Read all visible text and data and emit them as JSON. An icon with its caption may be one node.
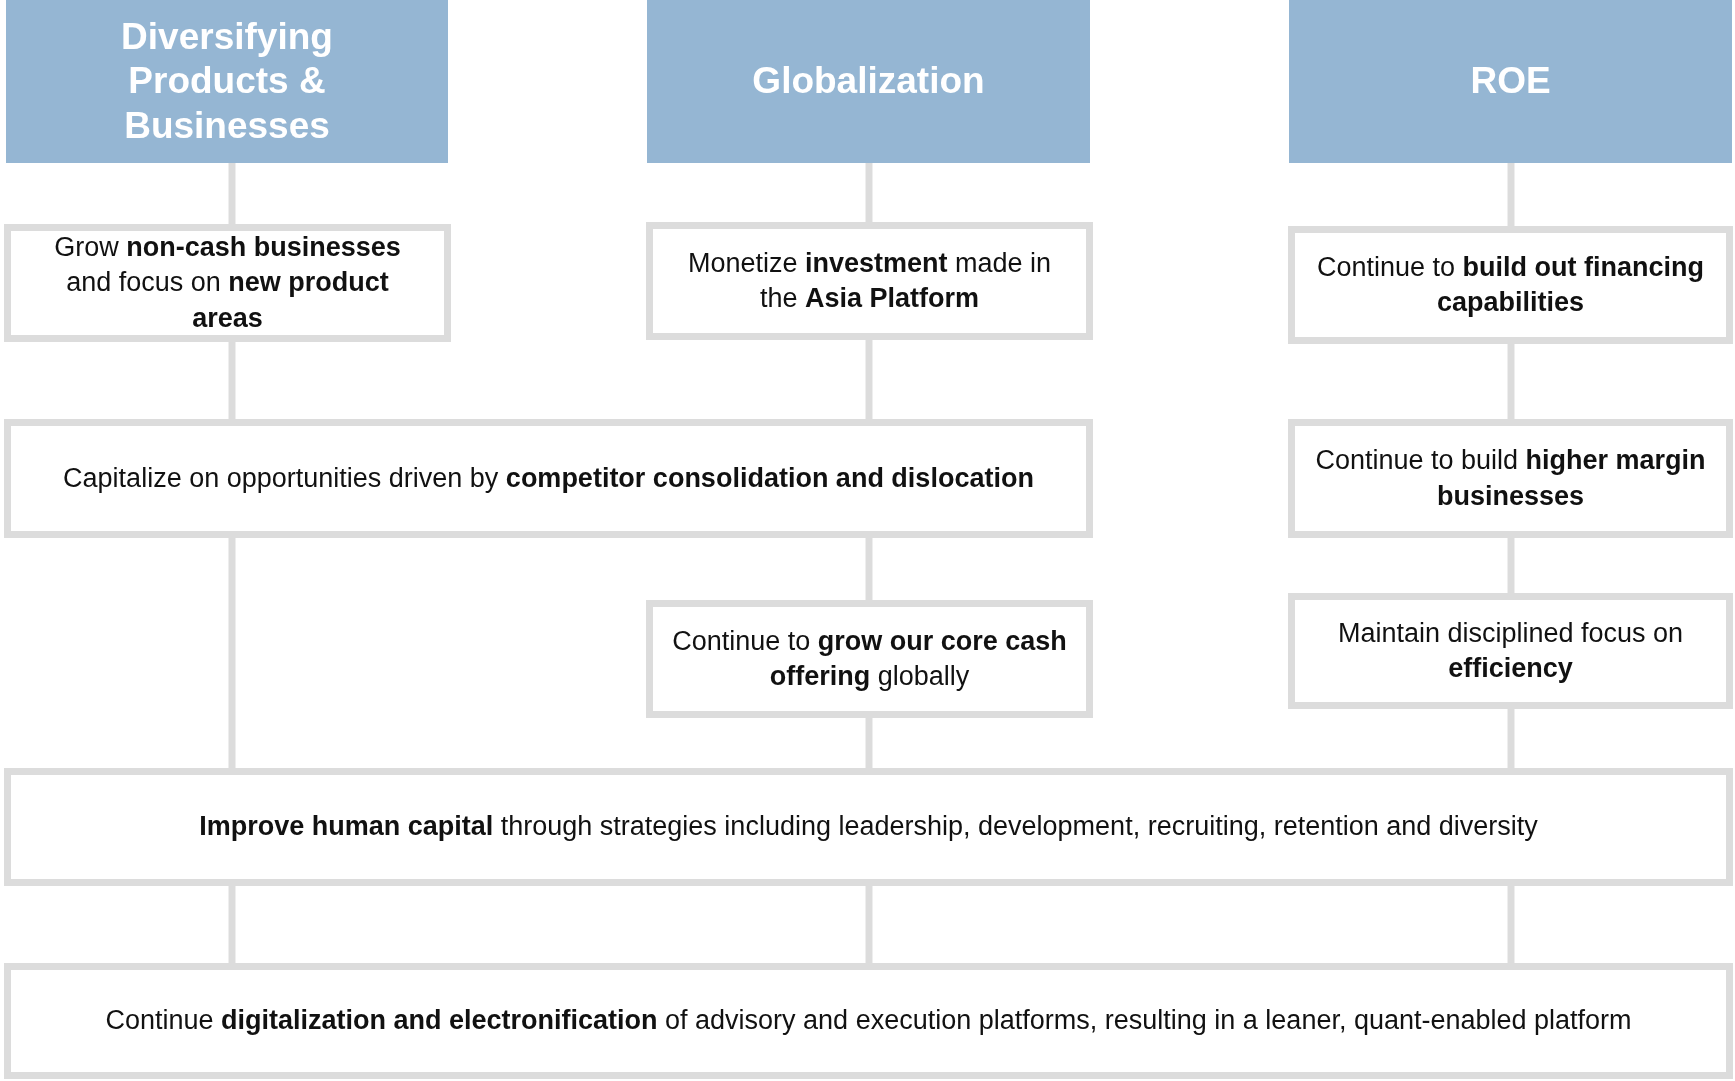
{
  "diagram": {
    "nodes": [
      {
        "text": [
          "Diversifying Products & Businesses"
        ]
      },
      {
        "text": [
          "Globalization"
        ]
      },
      {
        "text": [
          "ROE"
        ]
      },
      {
        "text": [
          "Grow **non-cash businesses** and focus on **new product areas**"
        ]
      },
      {
        "text": [
          "Monetize **investment** made in the **Asia Platform**"
        ]
      },
      {
        "text": [
          "Continue to **build out financing capabilities**"
        ]
      },
      {
        "text": [
          "Capitalize on opportunities driven by **competitor consolidation and dislocation**"
        ]
      },
      {
        "text": [
          "Continue to build **higher margin businesses**"
        ]
      },
      {
        "text": [
          "Continue to **grow our core cash offering** globally"
        ]
      },
      {
        "text": [
          "Maintain disciplined focus on **efficiency**"
        ]
      },
      {
        "text": [
          "**Improve human capital** through strategies including leadership, development, recruiting, retention and diversity"
        ]
      },
      {
        "text": [
          "Continue **digitalization and electronification** of advisory and execution platforms, resulting in a leaner, quant-enabled platform"
        ]
      }
    ],
    "edges": [
      {
        "from": 0,
        "to": 3,
        "arrow": "none"
      },
      {
        "from": 1,
        "to": 4,
        "arrow": "none"
      },
      {
        "from": 2,
        "to": 5,
        "arrow": "none"
      },
      {
        "from": 3,
        "to": 6,
        "arrow": "none"
      },
      {
        "from": 4,
        "to": 6,
        "arrow": "none"
      },
      {
        "from": 5,
        "to": 7,
        "arrow": "none"
      },
      {
        "from": 6,
        "to": 10,
        "arrow": "none"
      },
      {
        "from": 6,
        "to": 8,
        "arrow": "none"
      },
      {
        "from": 7,
        "to": 9,
        "arrow": "none"
      },
      {
        "from": 8,
        "to": 10,
        "arrow": "none"
      },
      {
        "from": 9,
        "to": 10,
        "arrow": "none"
      },
      {
        "from": 10,
        "to": 11,
        "arrow": "none"
      },
      {
        "from": 10,
        "to": 11,
        "arrow": "none"
      },
      {
        "from": 10,
        "to": 11,
        "arrow": "none"
      }
    ]
  }
}
